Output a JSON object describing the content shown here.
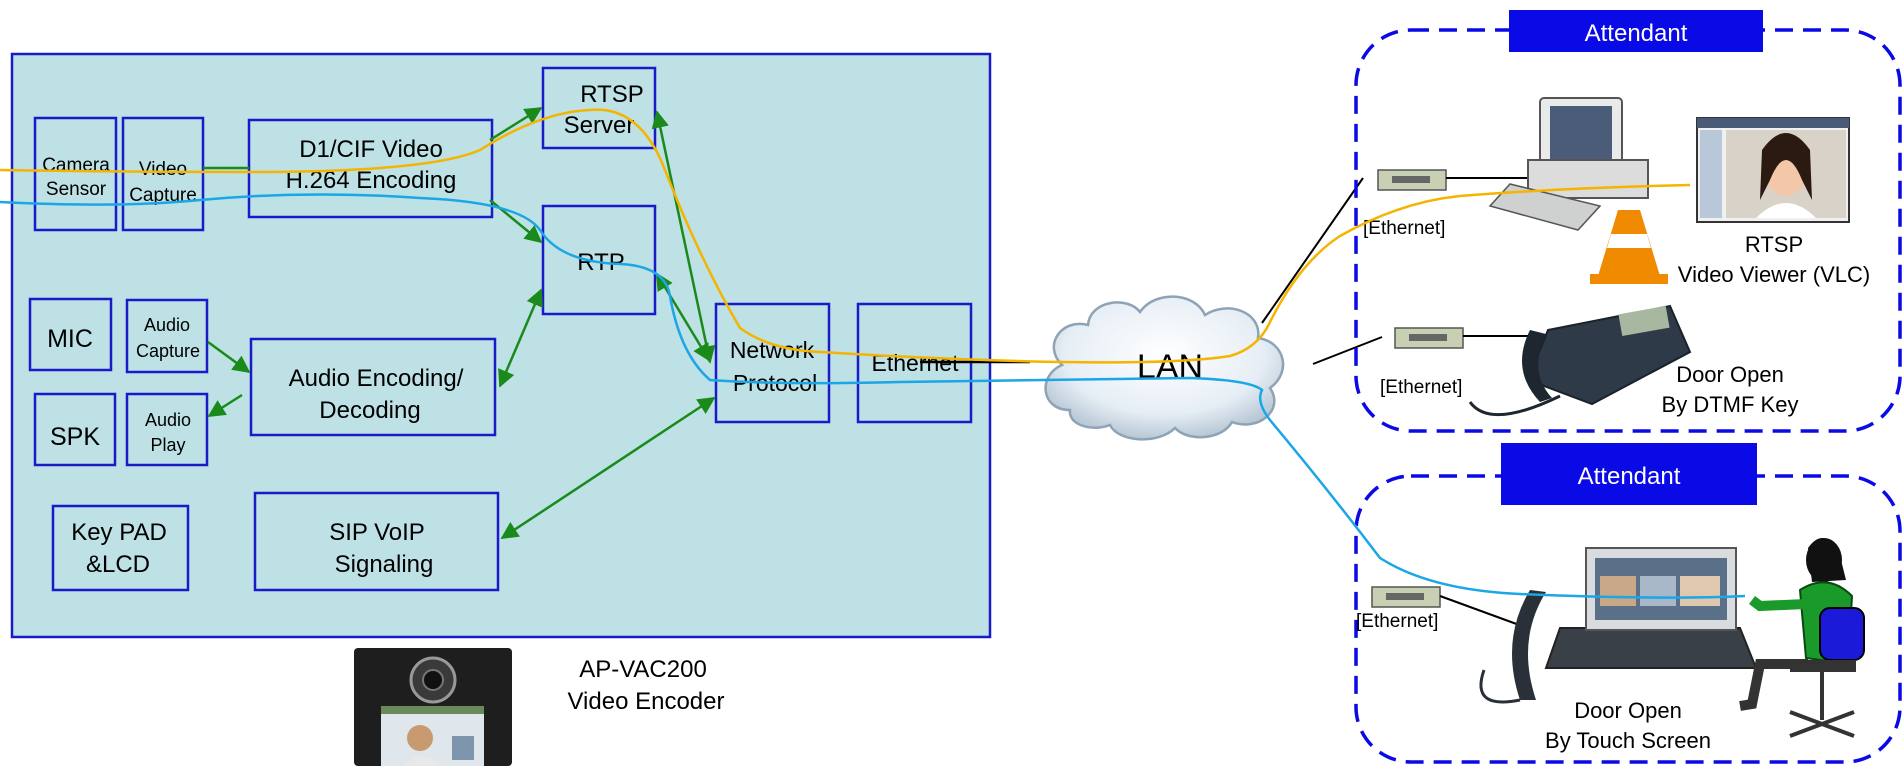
{
  "encoder_panel": {
    "camera_sensor": [
      "Camera",
      "Sensor"
    ],
    "video_capture": [
      "Video",
      "Capture"
    ],
    "video_encoding": [
      "D1/CIF Video",
      "H.264 Encoding"
    ],
    "rtsp_server": [
      "RTSP",
      "Server"
    ],
    "rtp": "RTP",
    "mic": "MIC",
    "audio_capture": [
      "Audio",
      "Capture"
    ],
    "spk": "SPK",
    "audio_play": [
      "Audio",
      "Play"
    ],
    "audio_codec": [
      "Audio Encoding/",
      "Decoding"
    ],
    "network_protocol": [
      "Network",
      "Protocol"
    ],
    "ethernet": "Ethernet",
    "keypad_lcd": [
      "Key PAD",
      "&LCD"
    ],
    "sip_signaling": [
      "SIP VoIP",
      "Signaling"
    ]
  },
  "device": {
    "name": "AP-VAC200",
    "subtitle": "Video Encoder"
  },
  "lan": "LAN",
  "top_group": {
    "title": "Attendant",
    "ethernet_1": "[Ethernet]",
    "viewer": [
      "RTSP",
      "Video Viewer (VLC)"
    ],
    "ethernet_2": "[Ethernet]",
    "door_open": [
      "Door Open",
      "By DTMF Key"
    ]
  },
  "bottom_group": {
    "title": "Attendant",
    "ethernet": "[Ethernet]",
    "door_open": [
      "Door Open",
      "By Touch Screen"
    ]
  },
  "colors": {
    "panel_fill": "#bde1e5",
    "box_stroke": "#1a1ac8",
    "arrow": "#1a8a1a",
    "video_stream": "#f5b400",
    "audio_stream": "#1ba6e6",
    "attendant_fill": "#0a0ae6"
  }
}
